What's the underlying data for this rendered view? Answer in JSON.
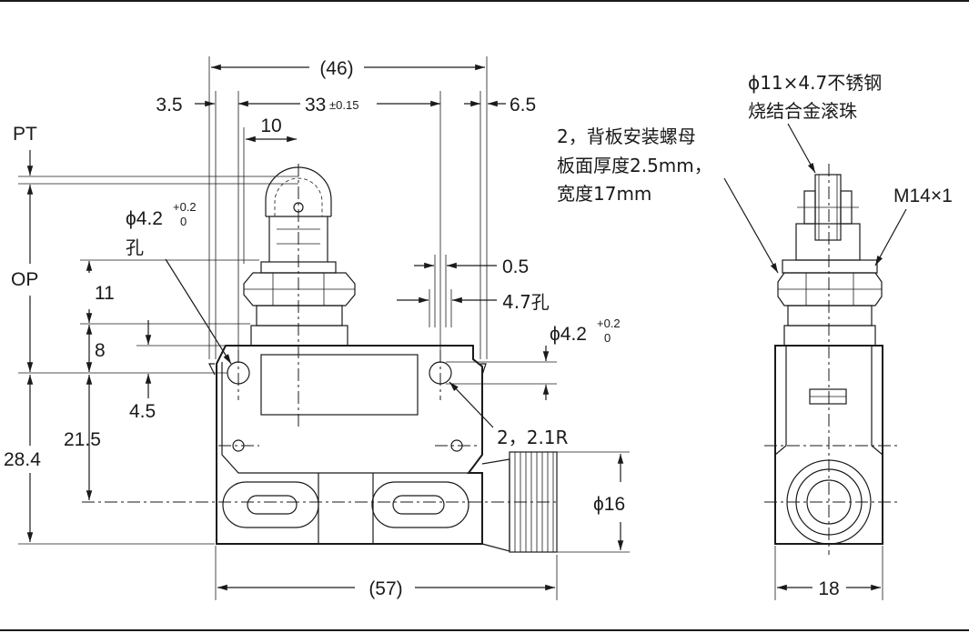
{
  "front_view": {
    "overall_width": "(46)",
    "left_offset": "3.5",
    "hole_pitch": "33",
    "hole_pitch_tol": "±0.15",
    "right_offset": "6.5",
    "roller_offset": "10",
    "pt_label": "PT",
    "op_label": "OP",
    "hole_dia_left": "ϕ4.2",
    "hole_tol_upper": "+0.2",
    "hole_tol_lower": "0",
    "hole_kong": "孔",
    "dim_11": "11",
    "dim_8": "8",
    "dim_4_5": "4.5",
    "dim_0_5": "0.5",
    "dim_4_7": "4.7孔",
    "hole_dia_right": "ϕ4.2",
    "dim_21_5": "21.5",
    "dim_28_4": "28.4",
    "radius_label": "2，2.1R",
    "bottom_width": "(57)",
    "nut_dia": "ϕ16"
  },
  "side_view": {
    "roller_note_line1": "ϕ11×4.7不锈钢",
    "roller_note_line2": "烧结合金滚珠",
    "nut_note_line1": "2，背板安装螺母",
    "nut_note_line2": "板面厚度2.5mm，",
    "nut_note_line3": "宽度17mm",
    "thread": "M14×1",
    "width": "18"
  }
}
